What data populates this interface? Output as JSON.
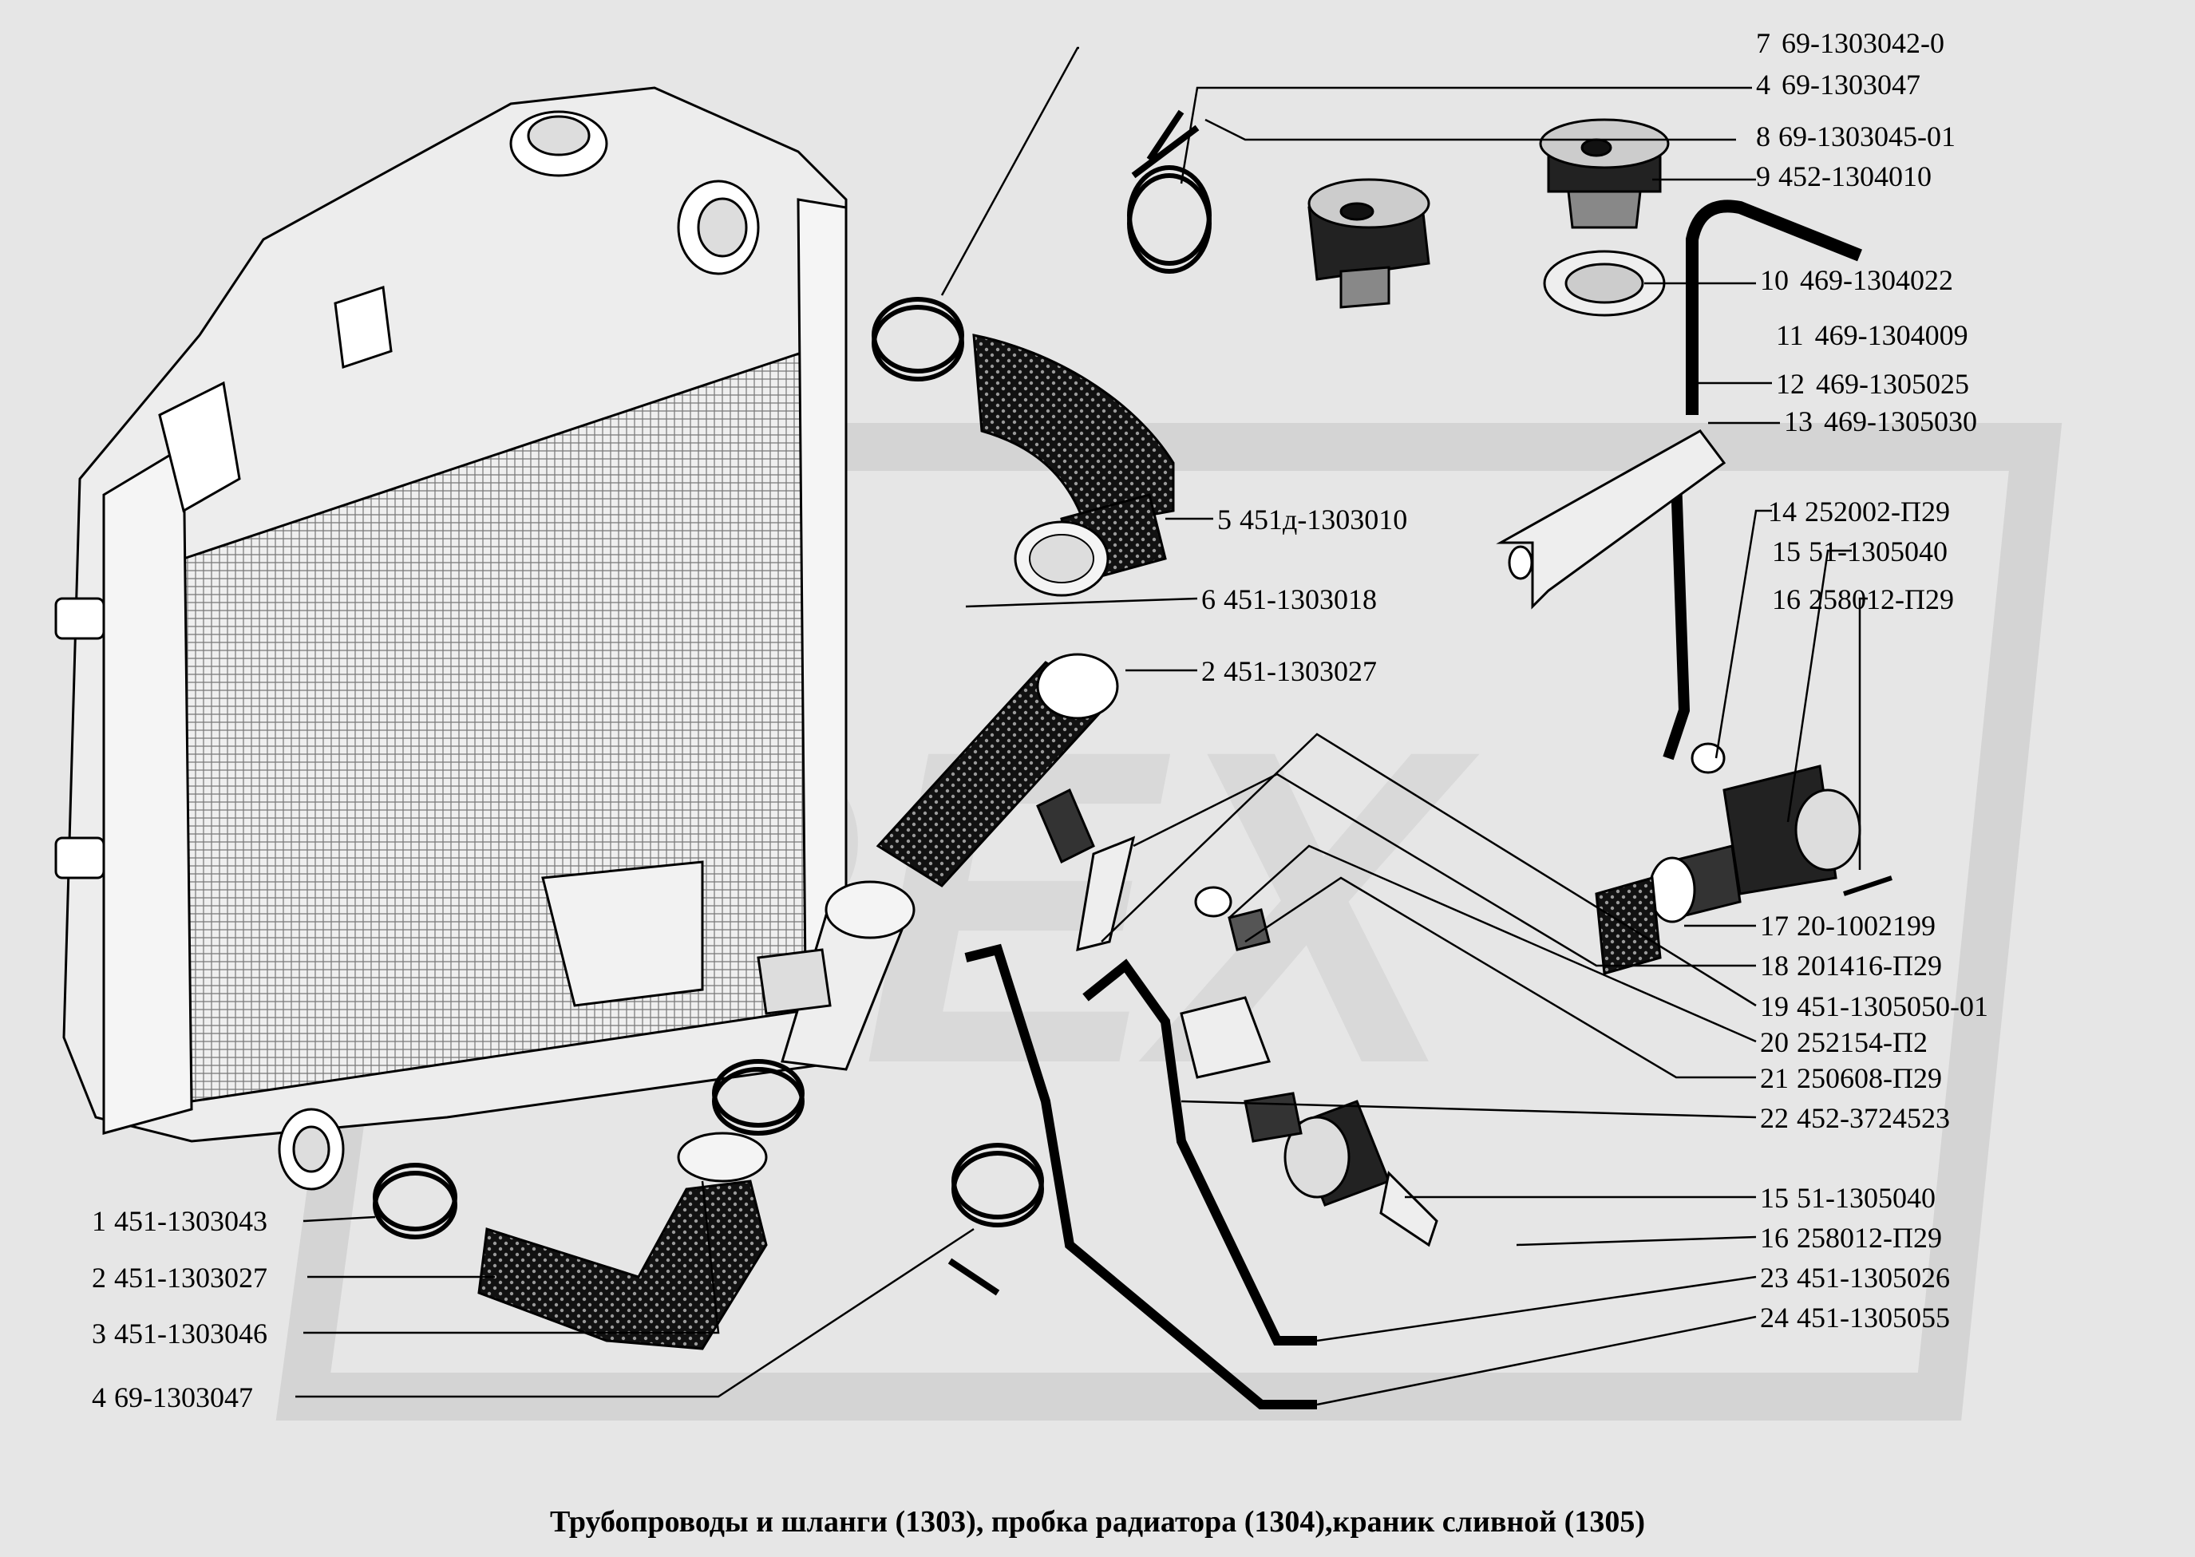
{
  "caption": "Трубопроводы и шланги (1303), пробка радиатора (1304),краник сливной (1305)",
  "watermark_text": "REX",
  "colors": {
    "background": "#e6e6e6",
    "ink": "#000000",
    "watermark": "#c8c8c8"
  },
  "callouts_right": [
    {
      "num": "7",
      "code": "69-1303042-0"
    },
    {
      "num": "4",
      "code": "69-1303047"
    },
    {
      "num": "8",
      "code": "69-1303045-01"
    },
    {
      "num": "9",
      "code": "452-1304010"
    },
    {
      "num": "10",
      "code": "469-1304022"
    },
    {
      "num": "11",
      "code": "469-1304009"
    },
    {
      "num": "12",
      "code": "469-1305025"
    },
    {
      "num": "13",
      "code": "469-1305030"
    },
    {
      "num": "14",
      "code": "252002-П29"
    },
    {
      "num": "15",
      "code": "51-1305040"
    },
    {
      "num": "16",
      "code": "258012-П29"
    },
    {
      "num": "17",
      "code": "20-1002199"
    },
    {
      "num": "18",
      "code": "201416-П29"
    },
    {
      "num": "19",
      "code": "451-1305050-01"
    },
    {
      "num": "20",
      "code": "252154-П2"
    },
    {
      "num": "21",
      "code": "250608-П29"
    },
    {
      "num": "22",
      "code": "452-3724523"
    },
    {
      "num": "15",
      "code": "51-1305040"
    },
    {
      "num": "16",
      "code": "258012-П29"
    },
    {
      "num": "23",
      "code": "451-1305026"
    },
    {
      "num": "24",
      "code": "451-1305055"
    }
  ],
  "callouts_middle": [
    {
      "num": "5",
      "code": "451д-1303010"
    },
    {
      "num": "6",
      "code": "451-1303018"
    },
    {
      "num": "2",
      "code": "451-1303027"
    }
  ],
  "callouts_left": [
    {
      "num": "1",
      "code": "451-1303043"
    },
    {
      "num": "2",
      "code": "451-1303027"
    },
    {
      "num": "3",
      "code": "451-1303046"
    },
    {
      "num": "4",
      "code": "69-1303047"
    }
  ]
}
